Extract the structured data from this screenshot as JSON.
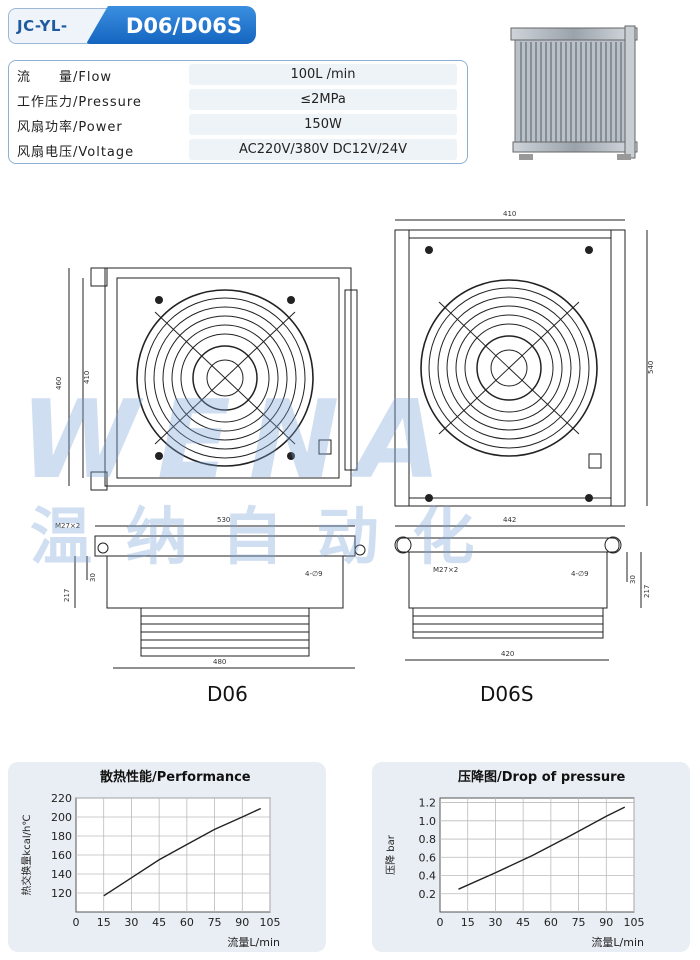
{
  "header": {
    "series_prefix": "JC-YL-",
    "model_title": "D06/D06S"
  },
  "specs": [
    {
      "label": "流　　量/Flow",
      "value": "100L /min"
    },
    {
      "label": "工作压力/Pressure",
      "value": "≤2MPa"
    },
    {
      "label": "风扇功率/Power",
      "value": "150W"
    },
    {
      "label": "风扇电压/Voltage",
      "value": "AC220V/380V DC12V/24V"
    }
  ],
  "drawing_d06": {
    "model": "D06",
    "dim_height": "460",
    "dim_inner_height": "410",
    "dim_width_top": "530",
    "dim_bottom_width": "480",
    "dim_depth": "217",
    "dim_flange": "30",
    "port": "M27×2",
    "holes": "4-∅9"
  },
  "drawing_d06s": {
    "model": "D06S",
    "dim_width_top": "410",
    "dim_height": "540",
    "dim_width_mid": "442",
    "dim_bottom_width": "420",
    "dim_depth": "217",
    "dim_flange": "30",
    "port": "M27×2",
    "holes": "4-∅9"
  },
  "watermark": {
    "latin": "WENA",
    "chinese": "温 纳 自 动 化"
  },
  "colors": {
    "accent": "#1565c0",
    "panel_bg": "#e9eef4",
    "line": "#222222"
  },
  "chart_data": [
    {
      "type": "line",
      "title": "散热性能/Performance",
      "xlabel": "流量L/min",
      "ylabel": "热交换量kcal/h℃",
      "x_ticks": [
        0,
        15,
        30,
        45,
        60,
        75,
        90,
        105
      ],
      "y_ticks": [
        120,
        140,
        160,
        180,
        200,
        220
      ],
      "xlim": [
        0,
        105
      ],
      "ylim": [
        100,
        220
      ],
      "grid": true,
      "x": [
        15,
        30,
        45,
        60,
        75,
        90,
        100
      ],
      "y": [
        117,
        136,
        155,
        171,
        187,
        200,
        209
      ]
    },
    {
      "type": "line",
      "title": "压降图/Drop of pressure",
      "xlabel": "流量L/min",
      "ylabel": "压降 bar",
      "x_ticks": [
        0,
        15,
        30,
        45,
        60,
        75,
        90,
        105
      ],
      "y_ticks": [
        0.2,
        0.4,
        0.6,
        0.8,
        1.0,
        1.2
      ],
      "xlim": [
        0,
        105
      ],
      "ylim": [
        0,
        1.25
      ],
      "grid": true,
      "x": [
        10,
        30,
        50,
        70,
        90,
        100
      ],
      "y": [
        0.25,
        0.43,
        0.62,
        0.83,
        1.05,
        1.15
      ]
    }
  ]
}
